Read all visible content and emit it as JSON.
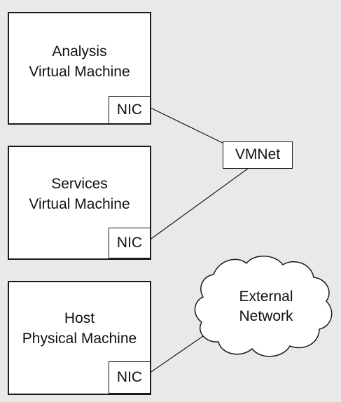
{
  "diagram": {
    "analysis_vm": {
      "line1": "Analysis",
      "line2": "Virtual Machine",
      "nic": "NIC"
    },
    "services_vm": {
      "line1": "Services",
      "line2": "Virtual Machine",
      "nic": "NIC"
    },
    "host_machine": {
      "line1": "Host",
      "line2": "Physical Machine",
      "nic": "NIC"
    },
    "vmnet": "VMNet",
    "external_network": {
      "line1": "External",
      "line2": "Network"
    }
  }
}
